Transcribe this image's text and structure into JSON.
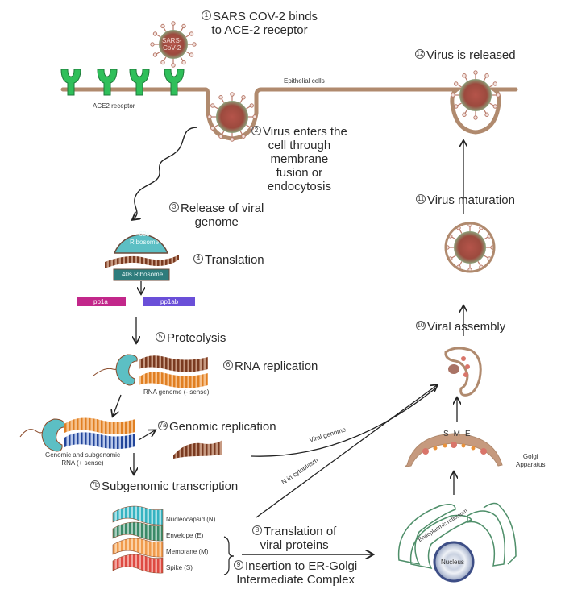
{
  "steps": [
    {
      "num": "1",
      "text_lines": [
        "SARS COV-2 binds",
        "to ACE-2 receptor"
      ]
    },
    {
      "num": "2",
      "text_lines": [
        "Virus enters the",
        "cell through",
        "membrane",
        "fusion or",
        "endocytosis"
      ]
    },
    {
      "num": "3",
      "text_lines": [
        "Release of viral",
        "genome"
      ]
    },
    {
      "num": "4",
      "text_lines": [
        "Translation"
      ]
    },
    {
      "num": "5",
      "text_lines": [
        "Proteolysis"
      ]
    },
    {
      "num": "6",
      "text_lines": [
        "RNA replication"
      ]
    },
    {
      "num": "7a",
      "text_lines": [
        "Genomic replication"
      ]
    },
    {
      "num": "7b",
      "text_lines": [
        "Subgenomic transcription"
      ]
    },
    {
      "num": "8",
      "text_lines": [
        "Translation of",
        "viral proteins"
      ]
    },
    {
      "num": "9",
      "text_lines": [
        "Insertion to ER-Golgi",
        "Intermediate Complex"
      ]
    },
    {
      "num": "10",
      "text_lines": [
        "Viral assembly"
      ]
    },
    {
      "num": "11",
      "text_lines": [
        "Virus maturation"
      ]
    },
    {
      "num": "12",
      "text_lines": [
        "Virus is released"
      ]
    }
  ],
  "labels": {
    "virus": [
      "SARS-",
      "CoV-2"
    ],
    "ace2_receptor": "ACE2 receptor",
    "epithelial_cells": "Epithelial cells",
    "ribosome_60s": [
      "60s",
      "Ribosome"
    ],
    "ribosome_40s": "40s Ribosome",
    "pp1a": "pp1a",
    "pp1ab": "pp1ab",
    "rna_genome_neg": "RNA genome (- sense)",
    "genomic_rna": [
      "Genomic and subgenomic",
      "RNA (+ sense)"
    ],
    "viral_genome": "Viral genome",
    "n_in_cytoplasm": "N in cytoplasm",
    "golgi": [
      "Golgi",
      "Apparatus"
    ],
    "sme": [
      "S",
      "M",
      "E"
    ],
    "er": "Endoplasmic reticulum",
    "nucleus": "Nucleus",
    "proteins": [
      "Nucleocapsid (N)",
      "Envelope (E)",
      "Membrane (M)",
      "Spike (S)"
    ]
  },
  "colors": {
    "membrane": "#b08a6e",
    "receptor": "#2fbf5a",
    "virus_core": "#a24a3c",
    "spike": "#d9756a",
    "ribosome": "#5cbfc4",
    "ribosome_dark": "#2e7c7c",
    "pp1a": "#c2278a",
    "pp1ab": "#6a4fd8",
    "rna_brown": "#8a4a2a",
    "rna_orange": "#e8913a",
    "rna_blue": "#2a4fa0",
    "nucleocapsid": "#3bb9c6",
    "envelope": "#3f8f6e",
    "membrane_protein": "#f0a25a",
    "spike_protein": "#e0544a",
    "er": "#4f8f6a",
    "nucleus": "#3d4e86"
  }
}
